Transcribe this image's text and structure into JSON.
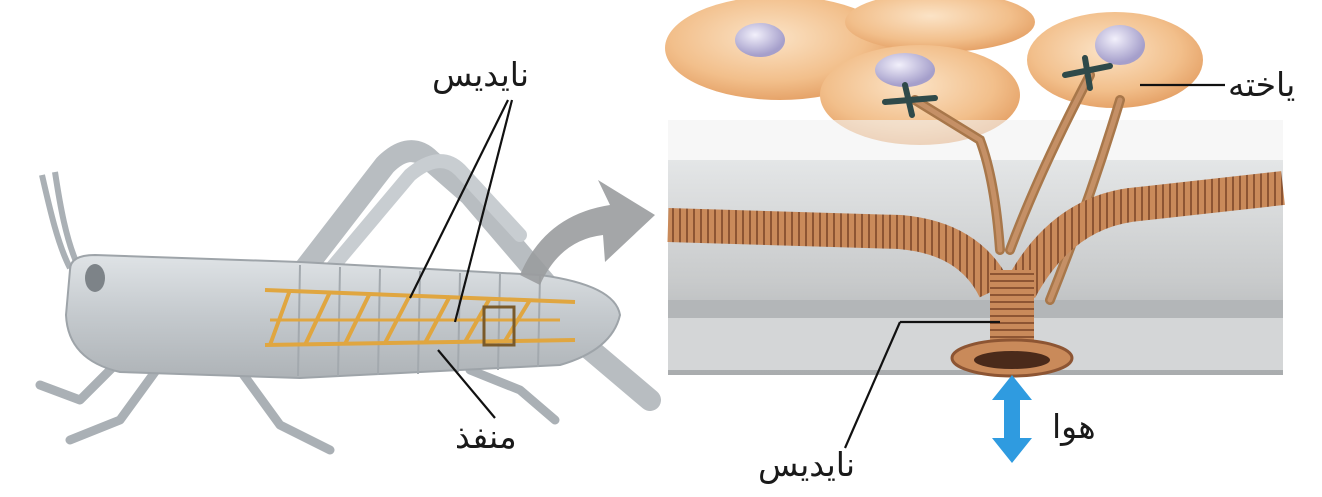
{
  "labels": {
    "trachea_top": "نایدیس",
    "spiracle": "منفذ",
    "cell": "یاخته",
    "air": "هوا",
    "trachea_bottom": "نایدیس"
  },
  "colors": {
    "insect_body": "#c9ced3",
    "trachea_tube": "#c98a5a",
    "trachea_network": "#e0a640",
    "cells": "#f3c08f",
    "cell_nucleus": "#b9b3d6",
    "tissue_band": "#b9bcbf",
    "air_arrow": "#2f9be0",
    "direction_arrow": "#9a9c9e"
  }
}
